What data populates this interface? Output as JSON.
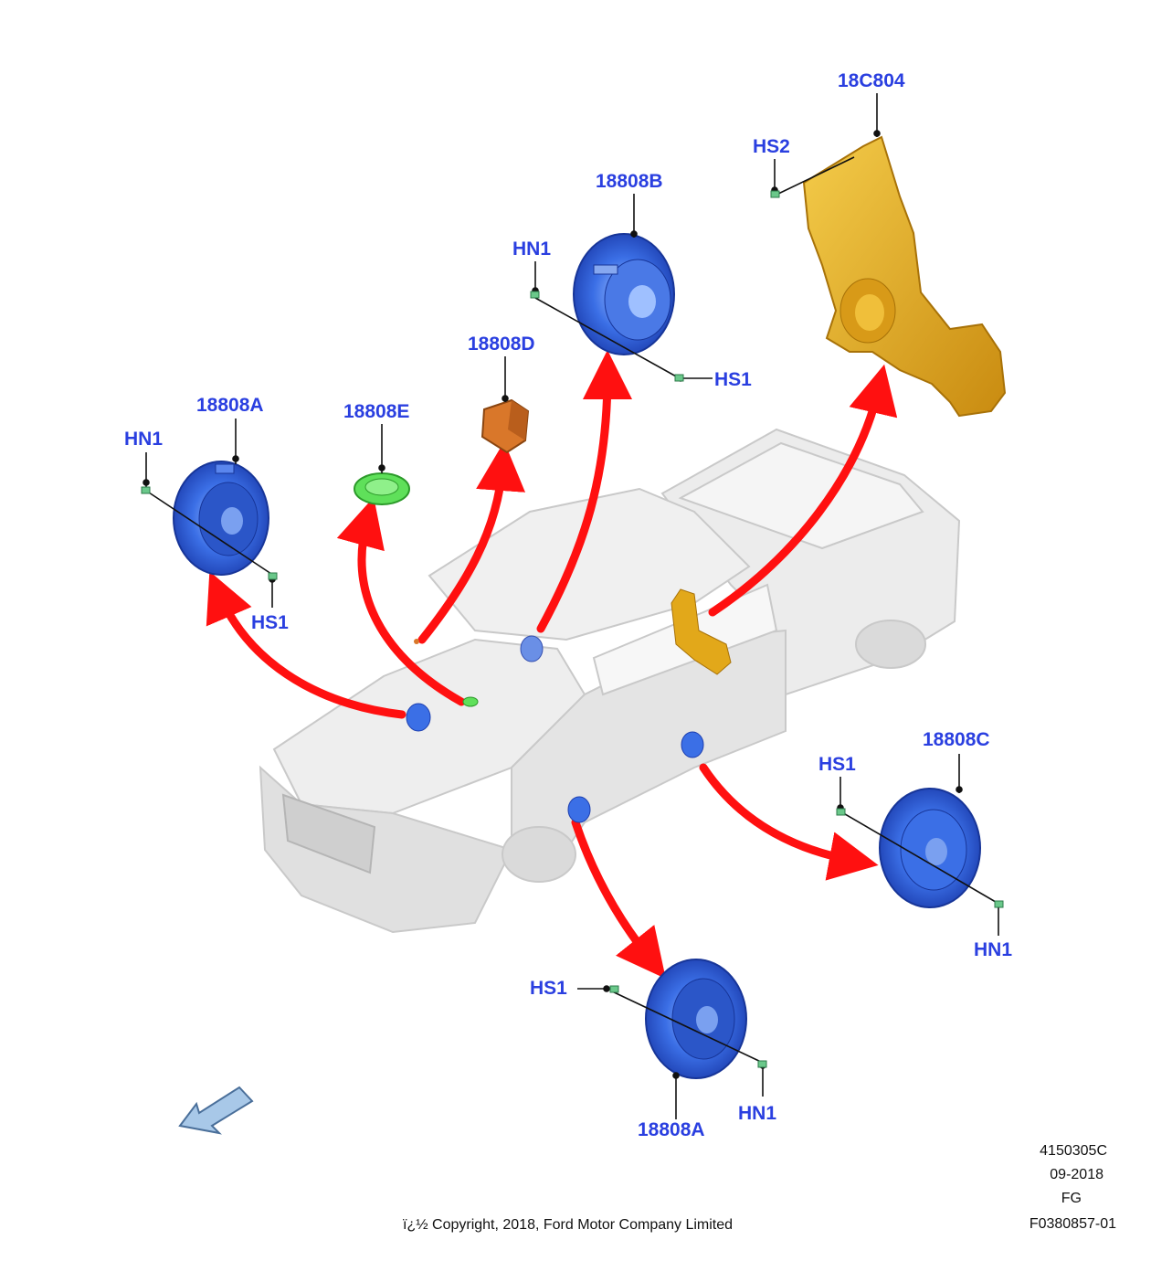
{
  "labels": {
    "front_left": {
      "part": "18808A",
      "hn": "HN1",
      "hs": "HS1"
    },
    "tweeter_e": {
      "part": "18808E"
    },
    "tweeter_d": {
      "part": "18808D"
    },
    "front_right": {
      "part": "18808B",
      "hn": "HN1",
      "hs": "HS1"
    },
    "subwoofer": {
      "part": "18C804",
      "hs": "HS2"
    },
    "rear_right": {
      "part": "18808C",
      "hs": "HS1",
      "hn": "HN1"
    },
    "rear_left": {
      "part": "18808A",
      "hs": "HS1",
      "hn": "HN1"
    }
  },
  "footer": {
    "ref_number": "4150305C",
    "date": "09-2018",
    "code": "FG",
    "figure_id": "F0380857-01",
    "copyright": "ï¿½ Copyright, 2018, Ford Motor Company Limited"
  },
  "colors": {
    "label": "#2a3fe0",
    "arrow": "#ff1010",
    "speaker": "#3a6fe0",
    "subwoofer": "#e2a81a",
    "tweeter_e": "#5fe05a",
    "tweeter_d": "#d9772a",
    "truck": "#e6e6e6"
  }
}
